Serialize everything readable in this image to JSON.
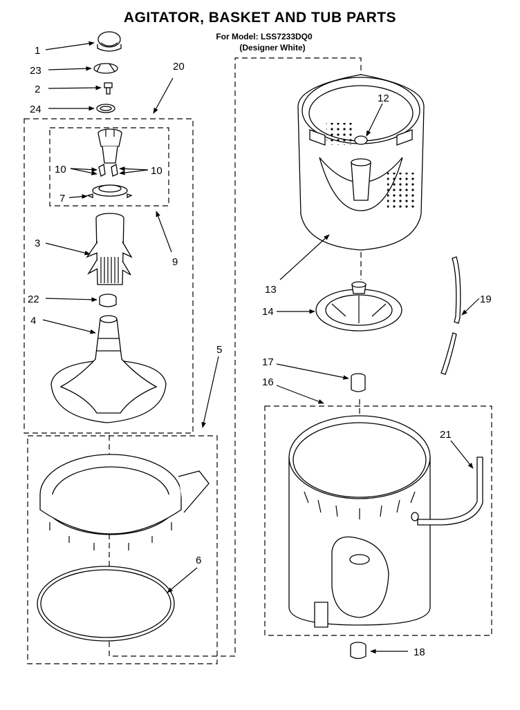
{
  "header": {
    "title": "AGITATOR, BASKET AND TUB PARTS",
    "model_line": "For Model: LSS7233DQ0",
    "finish_line": "(Designer White)"
  },
  "callouts": {
    "c1": "1",
    "c23": "23",
    "c2": "2",
    "c24": "24",
    "c20": "20",
    "c10a": "10",
    "c10b": "10",
    "c7": "7",
    "c9": "9",
    "c3": "3",
    "c22": "22",
    "c4": "4",
    "c5": "5",
    "c6": "6",
    "c12": "12",
    "c13": "13",
    "c14": "14",
    "c19": "19",
    "c17": "17",
    "c16": "16",
    "c21": "21",
    "c18": "18"
  }
}
